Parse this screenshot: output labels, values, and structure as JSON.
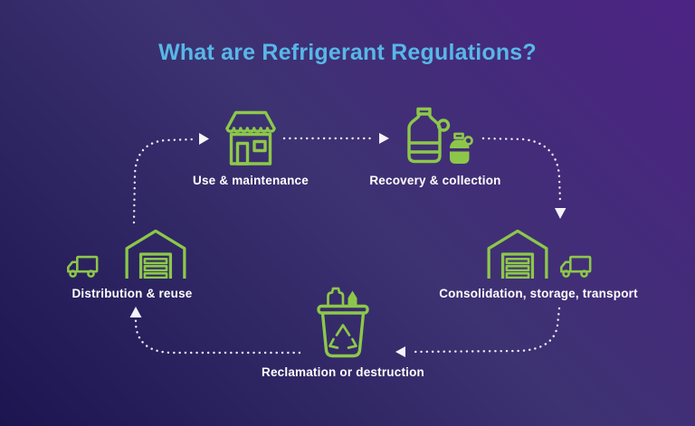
{
  "title": "What are Refrigerant Regulations?",
  "colors": {
    "bg_dark": "#1c1550",
    "bg_mid": "#3d3272",
    "bg_bright": "#4d2384",
    "title": "#58b7e8",
    "icon_green": "#8dc74a",
    "label": "#ffffff",
    "connector": "#ffffff"
  },
  "stages": [
    {
      "label": "Use & maintenance",
      "icon": "storefront-icon"
    },
    {
      "label": "Recovery & collection",
      "icon": "refrigerant-jugs-icon"
    },
    {
      "label": "Consolidation, storage, transport",
      "icon": "warehouse-truck-icon"
    },
    {
      "label": "Reclamation or destruction",
      "icon": "recycle-bin-icon"
    },
    {
      "label": "Distribution & reuse",
      "icon": "truck-warehouse-icon"
    }
  ]
}
